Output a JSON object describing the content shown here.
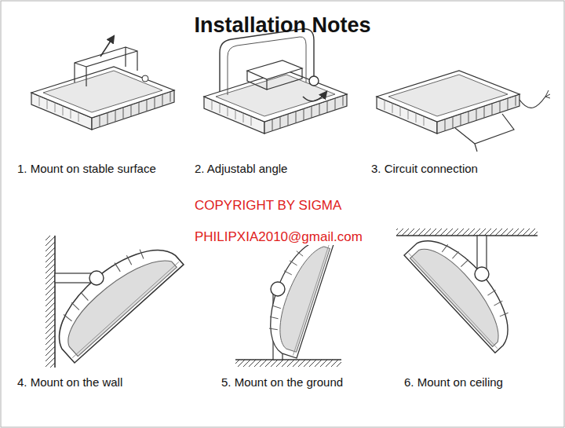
{
  "diagram": {
    "title": "Installation Notes",
    "labels": [
      "1. Mount on stable surface",
      "2. Adjustabl angle",
      "3. Circuit connection",
      "COPYRIGHT BY SIGMA",
      "PHILIPXIA2010@gmail.com",
      "4. Mount on the wall",
      "5. Mount on the ground",
      "6. Mount on ceiling"
    ]
  }
}
